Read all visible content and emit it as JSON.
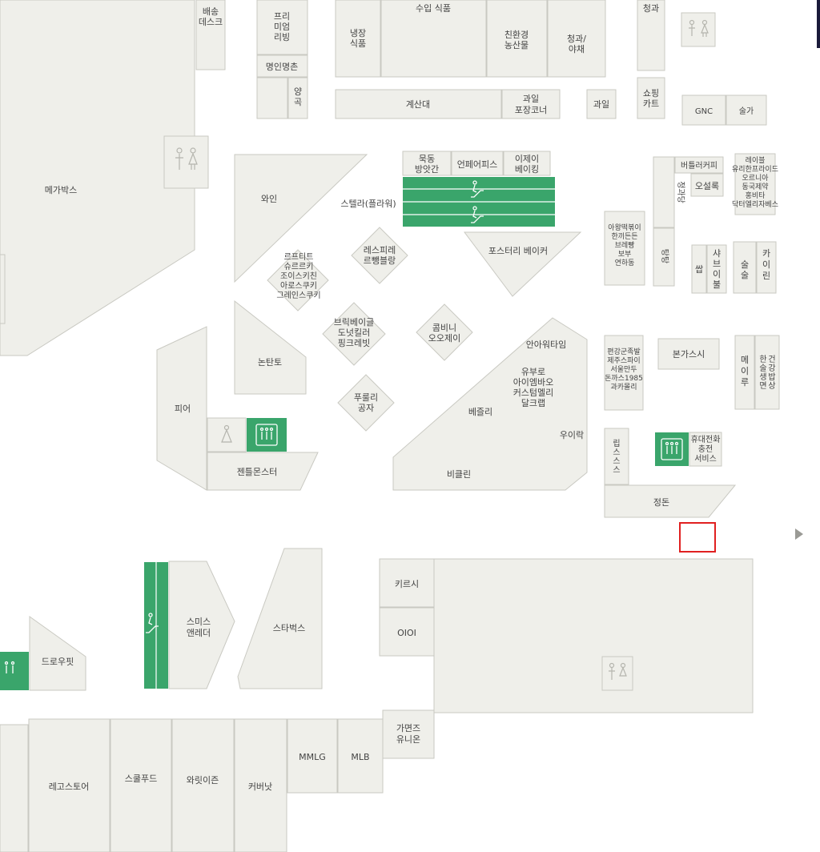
{
  "map": {
    "stores": {
      "delivery_desk": [
        "배송",
        "데스크"
      ],
      "premium_ring": [
        "프리",
        "미엄",
        "리빙"
      ],
      "chilled_food": [
        "냉장",
        "식품"
      ],
      "import_food": [
        "수입 식품"
      ],
      "eco_produce": [
        "친환경",
        "농산물"
      ],
      "fruit_veg": [
        "청과/",
        "야채"
      ],
      "top_right_partial": [
        "청과"
      ],
      "myungin": "명인명촌",
      "yangsik": [
        "양",
        "곡"
      ],
      "checkout": "계산대",
      "fruit_pack": [
        "과일",
        "포장코너"
      ],
      "fruit": "과일",
      "shopping_cart": [
        "쇼핑",
        "카트"
      ],
      "gnc": "GNC",
      "sulga": "술가",
      "megabox": "메가박스",
      "wine": "와인",
      "mukdong": [
        "묵동",
        "방앗간"
      ],
      "onpair": "언페어피스",
      "ijei": [
        "이제이",
        "베이킹"
      ],
      "stella": "스텔라(플라워)",
      "butler": "버틀러커피",
      "osulloc": "오설록",
      "multi_right": [
        "레이블",
        "유리한프라이드",
        "오르니아",
        "동국제약",
        "홍비타",
        "닥터엘리자베스"
      ],
      "junggwa": [
        "정과당"
      ],
      "tangtang": [
        "탕탕"
      ],
      "gwaja": [
        "아왕떡볶이",
        "한끼든든",
        "브레빵",
        "보부",
        "연하동"
      ],
      "sap": "쌉",
      "shabu": [
        "샤",
        "브",
        "이",
        "불"
      ],
      "sulsul": [
        "술",
        "술"
      ],
      "kairin": [
        "카",
        "이",
        "린"
      ],
      "lepetit": [
        "르프티트",
        "슈르르키",
        "조이스키친",
        "아로스쿠키",
        "그레인스쿠키"
      ],
      "lespi": [
        "레스피레",
        "르뺑블랑"
      ],
      "foster": "포스터리 베이커",
      "brickbagel": [
        "브릭베이글",
        "도넛킬러",
        "핑크레빗"
      ],
      "combini": [
        "콤비니",
        "오오제이"
      ],
      "notando": "논탄토",
      "pier": "피어",
      "pururi": [
        "푸룰리",
        "공자"
      ],
      "ninewaytime": "안아워타임",
      "multi_center": [
        "유부로",
        "아이엠바오",
        "커스텀멜리",
        "달크랩"
      ],
      "bejulli": "베즐리",
      "uirak": "우이락",
      "bikulin": "비클린",
      "multi_right2": [
        "편강군족발",
        "제주스파이",
        "서울만두",
        "돈까스1985",
        "과카몰리"
      ],
      "bongasu": "본가스시",
      "meiru": [
        "메",
        "이",
        "루"
      ],
      "hansang": [
        "한",
        "술",
        "생",
        "면",
        "건",
        "강",
        "밥",
        "상"
      ],
      "rebs": [
        "립",
        "스",
        "스",
        "스"
      ],
      "phone": [
        "휴대전화",
        "충전",
        "서비스"
      ],
      "gentle": "젠틀몬스터",
      "jeongdon": "정돈",
      "smith": [
        "스미스",
        "앤레더"
      ],
      "starbucks": "스타벅스",
      "dropet": "드로우핏",
      "kirsh": "키르시",
      "oioi": "OIOI",
      "legostore": "레고스토어",
      "skulfood": "스쿨푸드",
      "waikijeon": "와릿이즌",
      "coverknot": "커버낫",
      "mmlg": "MMLG",
      "mlb": "MLB",
      "gamenjeu": [
        "가면즈",
        "유니온"
      ]
    },
    "icons": [
      "restroom-icon",
      "elevator-icon",
      "escalator-icon"
    ],
    "colors": {
      "block": "#efefea",
      "block_stroke": "#c9c9c2",
      "facility": "#3aa56b",
      "marker": "#e02020"
    }
  }
}
